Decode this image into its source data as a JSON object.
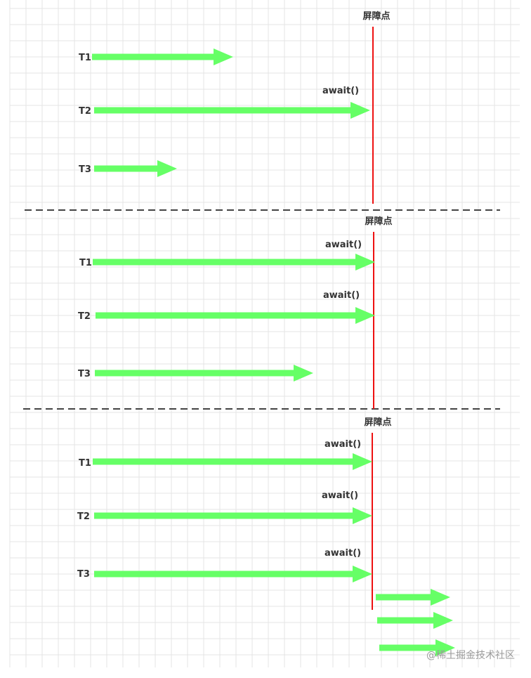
{
  "colors": {
    "grid": "#e4e4e4",
    "arrow": "#66ff66",
    "barrier_line": "#ee1111",
    "divider": "#444444",
    "text": "#333333"
  },
  "sections": [
    {
      "barrier_label": "屏障点",
      "threads": [
        {
          "label": "T1",
          "await_label": ""
        },
        {
          "label": "T2",
          "await_label": "await()"
        },
        {
          "label": "T3",
          "await_label": ""
        }
      ]
    },
    {
      "barrier_label": "屏障点",
      "threads": [
        {
          "label": "T1",
          "await_label": "await()"
        },
        {
          "label": "T2",
          "await_label": "await()"
        },
        {
          "label": "T3",
          "await_label": ""
        }
      ]
    },
    {
      "barrier_label": "屏障点",
      "threads": [
        {
          "label": "T1",
          "await_label": "await()"
        },
        {
          "label": "T2",
          "await_label": "await()"
        },
        {
          "label": "T3",
          "await_label": "await()"
        }
      ]
    }
  ],
  "watermark": "@稀土掘金技术社区"
}
